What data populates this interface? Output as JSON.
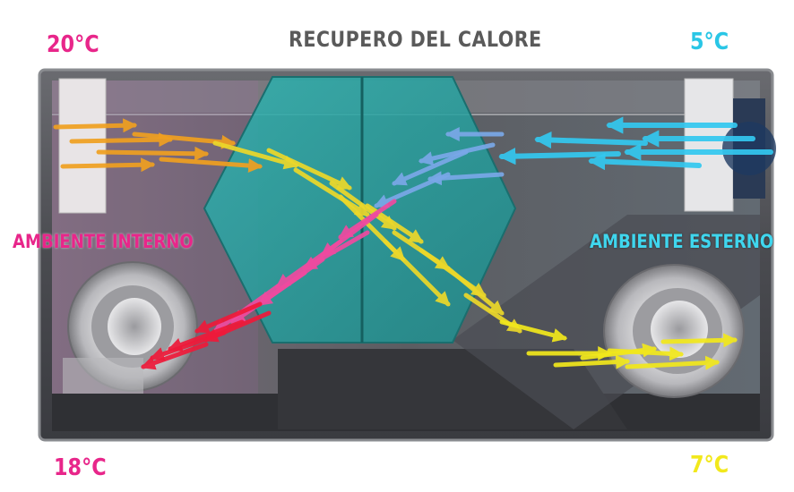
{
  "title": "RECUPERO DEL CALORE",
  "temperatures": {
    "top_left": "20°C",
    "top_right": "5°C",
    "bottom_left": "18°C",
    "bottom_right": "7°C"
  },
  "labels": {
    "left": "AMBIENTE INTERNO",
    "right": "AMBIENTE ESTERNO"
  },
  "colors": {
    "title": "#5a5a5a",
    "warm_inlet": "#e8268a",
    "cold_inlet": "#29c6e6",
    "exhaust": "#f2e81c",
    "interior_label": "#e8268a",
    "exterior_label": "#3fd6ee",
    "warm_flow": "#f0a020",
    "cold_flow": "#33c8f0",
    "cooled_flow": "#ecd82a",
    "heated_flow": "#f04aa0",
    "exchanger": "#2aa8a8"
  }
}
